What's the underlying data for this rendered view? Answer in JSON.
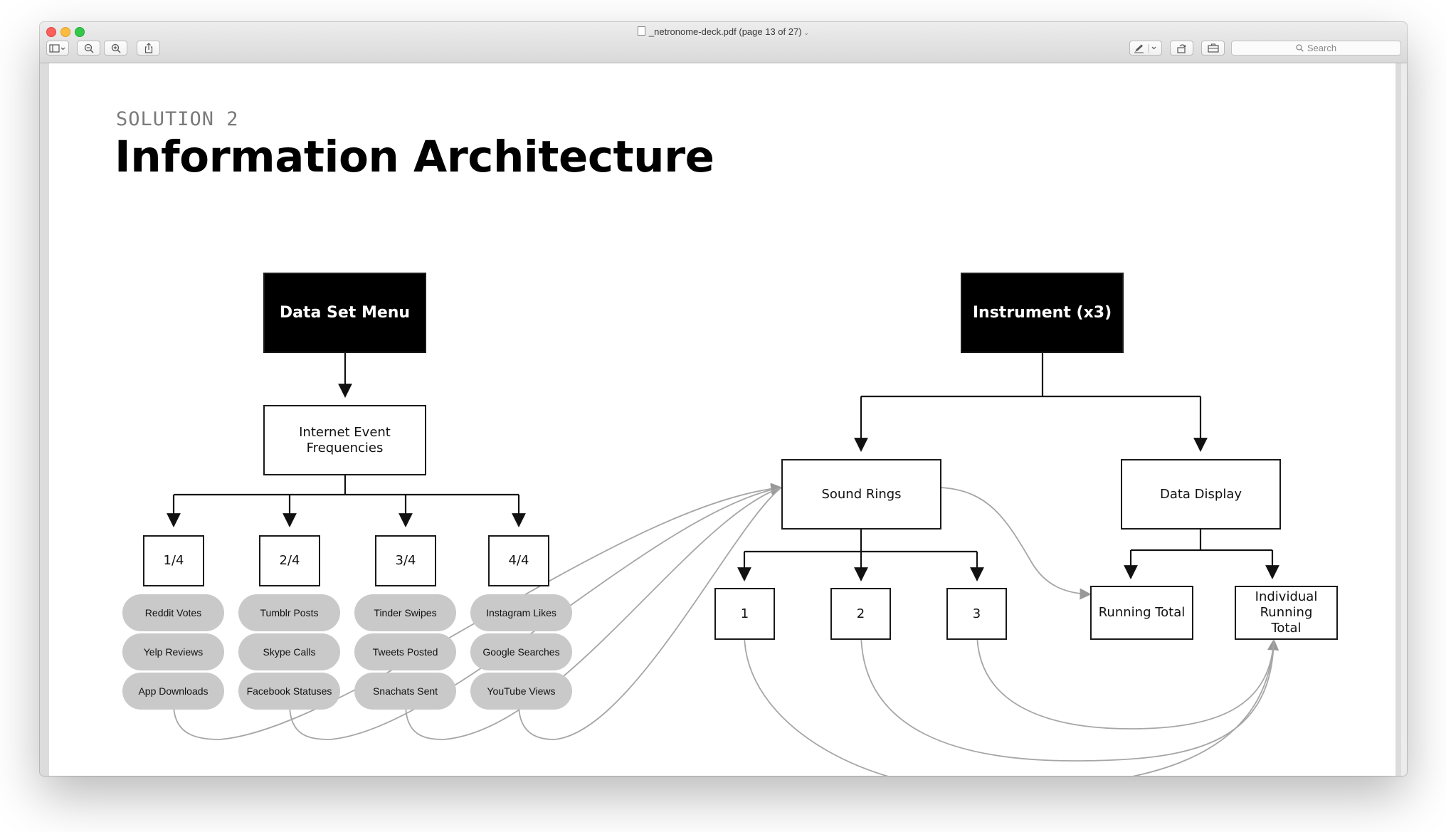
{
  "window": {
    "title": "_netronome-deck.pdf (page 13 of 27)",
    "search_placeholder": "Search"
  },
  "slide": {
    "kicker": "SOLUTION 2",
    "title": "Information Architecture"
  },
  "diagram": {
    "left_tree": {
      "root": "Data Set Menu",
      "child": "Internet Event Frequencies",
      "meters": [
        "1/4",
        "2/4",
        "3/4",
        "4/4"
      ],
      "data_sets": [
        [
          "Reddit Votes",
          "Yelp Reviews",
          "App Downloads"
        ],
        [
          "Tumblr Posts",
          "Skype Calls",
          "Facebook Statuses"
        ],
        [
          "Tinder Swipes",
          "Tweets Posted",
          "Snachats Sent"
        ],
        [
          "Instagram Likes",
          "Google Searches",
          "YouTube Views"
        ]
      ]
    },
    "right_tree": {
      "root": "Instrument (x3)",
      "sound_rings": "Sound Rings",
      "rings": [
        "1",
        "2",
        "3"
      ],
      "data_display": "Data Display",
      "running_total": "Running Total",
      "individual_running_total": "Individual Running Total"
    }
  }
}
